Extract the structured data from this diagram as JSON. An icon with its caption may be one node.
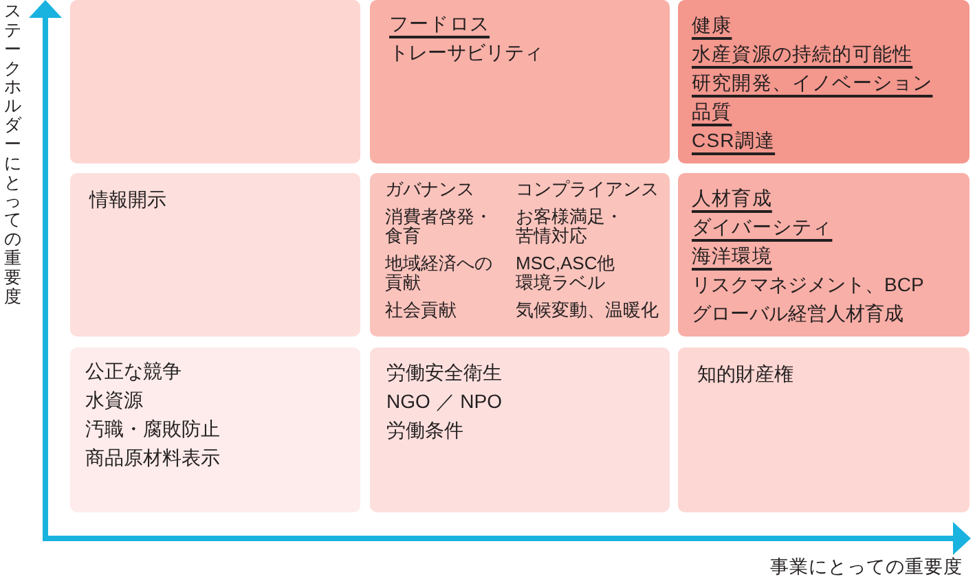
{
  "diagram": {
    "nodes": [
      {
        "text": [],
        "shape": "box"
      },
      {
        "text": [
          "フードロス",
          "トレーサビリティ"
        ]
      },
      {
        "text": [
          "健康",
          "水産資源の持続的可能性",
          "研究開発、イノベーション",
          "品質",
          "CSR調達"
        ]
      },
      {
        "text": [
          "情報開示"
        ]
      },
      {
        "text": [
          "ガバナンス",
          "コンプライアンス",
          "消費者啓発・食育",
          "お客様満足・苦情対応",
          "地域経済への貢献",
          "MSC,ASC他環境ラベル",
          "社会貢献",
          "気候変動、温暖化"
        ]
      },
      {
        "text": [
          "人材育成",
          "ダイバーシティ",
          "海洋環境",
          "リスクマネジメント、BCP",
          "グローバル経営人材育成"
        ]
      },
      {
        "text": [
          "公正な競争",
          "水資源",
          "汚職・腐敗防止",
          "商品原材料表示"
        ]
      },
      {
        "text": [
          "労働安全衛生",
          "NGO ／ NPO",
          "労働条件"
        ]
      },
      {
        "text": [
          "知的財産権"
        ]
      }
    ],
    "labels": [
      "ステークホルダーにとっての重要度",
      "事業にとっての重要度"
    ]
  }
}
